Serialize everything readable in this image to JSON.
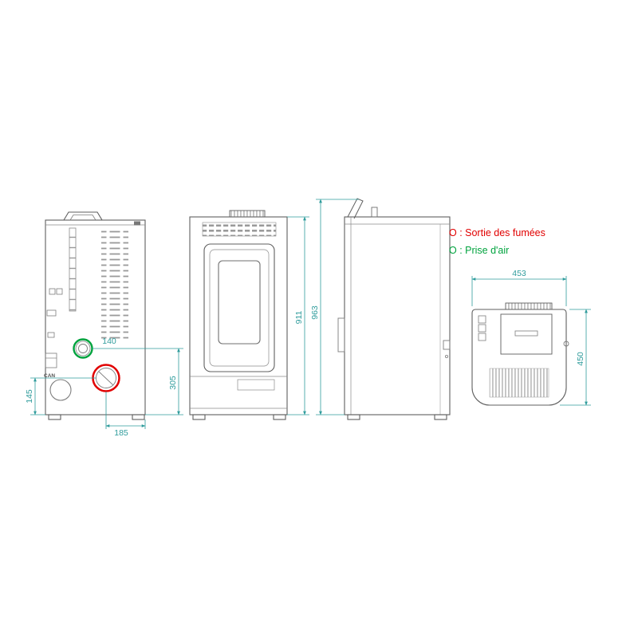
{
  "legend": {
    "smoke": "O : Sortie des fumées",
    "air": "O : Prise d'air"
  },
  "rear_view": {
    "label_can": "CAN",
    "dim_left_height": "145",
    "dim_bottom_width": "185",
    "dim_right_height": "305",
    "dim_air_offset": "140"
  },
  "front_view": {
    "dim_height": "911"
  },
  "side_view": {
    "dim_height": "963"
  },
  "top_view": {
    "dim_width": "453",
    "dim_depth": "450"
  },
  "colors": {
    "dimension": "#2f9c9c",
    "smoke_outlet": "#e10000",
    "air_intake": "#00a33e",
    "outline": "#5f5f5f"
  }
}
